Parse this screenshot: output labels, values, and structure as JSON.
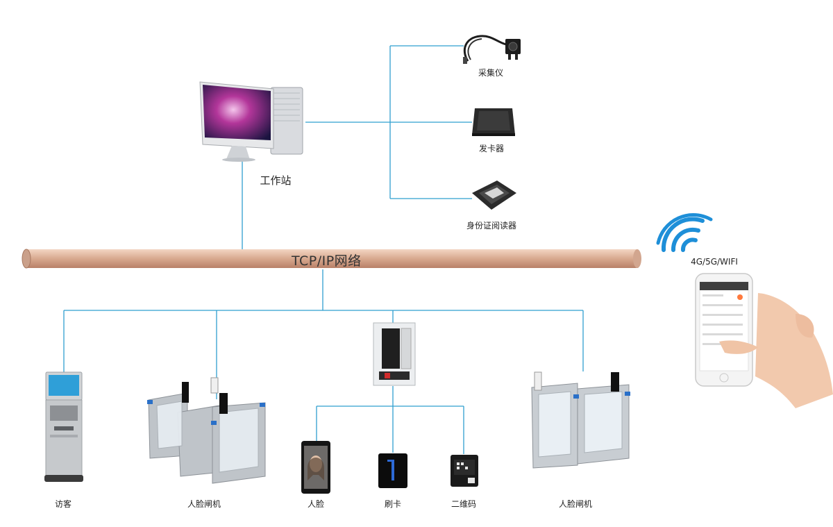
{
  "network": {
    "bus_label": "TCP/IP网络"
  },
  "workstation": {
    "label": "工作站"
  },
  "peripherals": [
    {
      "label": "采集仪",
      "icon": "camera-collector-icon"
    },
    {
      "label": "发卡器",
      "icon": "card-issuer-icon"
    },
    {
      "label": "身份证阅读器",
      "icon": "id-card-reader-icon"
    }
  ],
  "wireless": {
    "label": "4G/5G/WIFI",
    "icon": "wifi-icon"
  },
  "terminals": [
    {
      "label": "访客",
      "icon": "visitor-kiosk-icon"
    },
    {
      "label": "人脸闸机",
      "icon": "face-turnstile-icon"
    },
    {
      "label": "人脸",
      "icon": "face-terminal-icon"
    },
    {
      "label": "刷卡",
      "icon": "card-reader-icon"
    },
    {
      "label": "二维码",
      "icon": "qr-reader-icon"
    },
    {
      "label": "人脸闸机",
      "icon": "face-turnstile-icon"
    }
  ],
  "colors": {
    "wire": "#2f9fcf",
    "bus": "#dcae96",
    "wifi": "#1e8fd8"
  }
}
